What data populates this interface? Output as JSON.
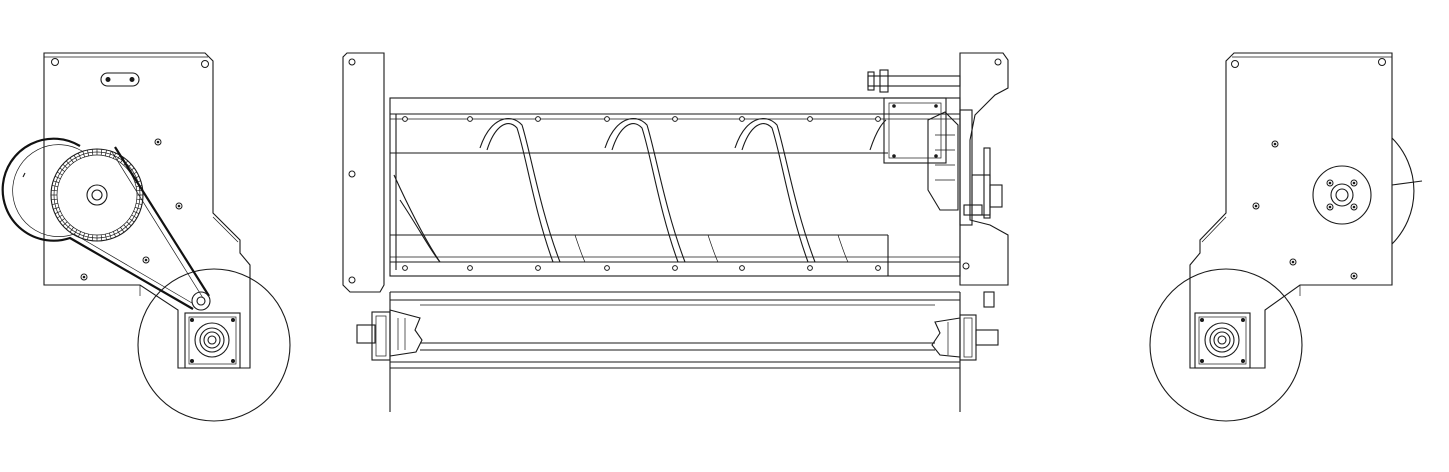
{
  "drawing": {
    "views": [
      {
        "id": "left-side-view",
        "label": ""
      },
      {
        "id": "front-view",
        "label": ""
      },
      {
        "id": "right-side-view",
        "label": ""
      }
    ],
    "line_color": "#1a1a1a",
    "background": "#ffffff"
  }
}
